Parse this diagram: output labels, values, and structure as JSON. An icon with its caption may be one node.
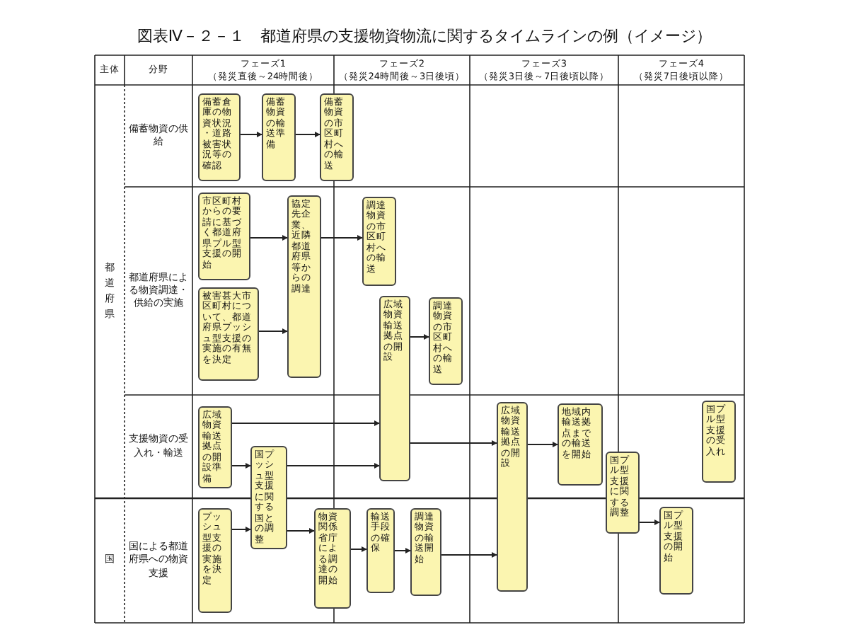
{
  "diagram": {
    "title": "図表Ⅳ－２－１　都道府県の支援物資物流に関するタイムラインの例（イメージ）",
    "nodes": [
      {
        "text": [
          "備蓄倉庫の物資状況・道路被害状況等の確認"
        ]
      },
      {
        "text": [
          "備蓄物資の輸送準備"
        ]
      },
      {
        "text": [
          "備蓄物資の市区町村への輸送"
        ]
      },
      {
        "text": [
          "市区町村からの要請に基づく都道府県プル型支援の開始"
        ]
      },
      {
        "text": [
          "被害甚大市区町村について、都道府県プッシュ型支援の実施の有無を決定"
        ]
      },
      {
        "text": [
          "協定先企業、近隣都道府県等からの調達"
        ]
      },
      {
        "text": [
          "調達物資の市区町村への輸送"
        ]
      },
      {
        "text": [
          "広域物資輸送拠点の開設"
        ]
      },
      {
        "text": [
          "調達物資の市区町村への輸送"
        ]
      },
      {
        "text": [
          "広域物資輸送拠点の開設準備"
        ]
      },
      {
        "text": [
          "国プッシュ型支援に関する国との調整"
        ]
      },
      {
        "text": [
          "広域物資輸送拠点の開設"
        ]
      },
      {
        "text": [
          "地域内輸送拠点までの輸送を開始"
        ]
      },
      {
        "text": [
          "国プル型支援に関する調整"
        ]
      },
      {
        "text": [
          "国プル型支援の受入れ"
        ]
      },
      {
        "text": [
          "プッシュ型支援の実施を決定"
        ]
      },
      {
        "text": [
          "物資関係省庁による調達の開始"
        ]
      },
      {
        "text": [
          "輸送手段の確保"
        ]
      },
      {
        "text": [
          "調達物資の輸送開始"
        ]
      },
      {
        "text": [
          "国プル型支援の開始"
        ]
      }
    ],
    "edges": [
      {
        "from": 0,
        "to": 1,
        "arrow": "to"
      },
      {
        "from": 1,
        "to": 2,
        "arrow": "to"
      },
      {
        "from": 3,
        "to": 5,
        "arrow": "to"
      },
      {
        "from": 4,
        "to": 5,
        "arrow": "to"
      },
      {
        "from": 5,
        "to": 6,
        "arrow": "to"
      },
      {
        "from": 7,
        "to": 8,
        "arrow": "to"
      },
      {
        "from": 9,
        "to": 7,
        "arrow": "to"
      },
      {
        "from": 9,
        "to": 10,
        "arrow": "to"
      },
      {
        "from": 10,
        "to": 7,
        "arrow": "to"
      },
      {
        "from": 7,
        "to": 11,
        "arrow": "to"
      },
      {
        "from": 11,
        "to": 12,
        "arrow": "to"
      },
      {
        "from": 15,
        "to": 10,
        "arrow": "to"
      },
      {
        "from": 10,
        "to": 16,
        "arrow": "to"
      },
      {
        "from": 16,
        "to": 17,
        "arrow": "to"
      },
      {
        "from": 17,
        "to": 18,
        "arrow": "to"
      },
      {
        "from": 18,
        "to": 11,
        "arrow": "to"
      },
      {
        "from": 13,
        "to": 19,
        "arrow": "to"
      }
    ],
    "labels": [
      "主体",
      "分野",
      "フェーズ1",
      "（発災直後～24時間後）",
      "フェーズ2",
      "（発災24時間後～3日後頃）",
      "フェーズ3",
      "（発災3日後～7日後頃以降）",
      "フェーズ4",
      "（発災7日後頃以降）",
      "都道府県",
      "備蓄物資の供給",
      "都道府県による物資調達・供給の実施",
      "支援物資の受入れ・輸送",
      "国",
      "国による都道府県への物資支援"
    ]
  }
}
